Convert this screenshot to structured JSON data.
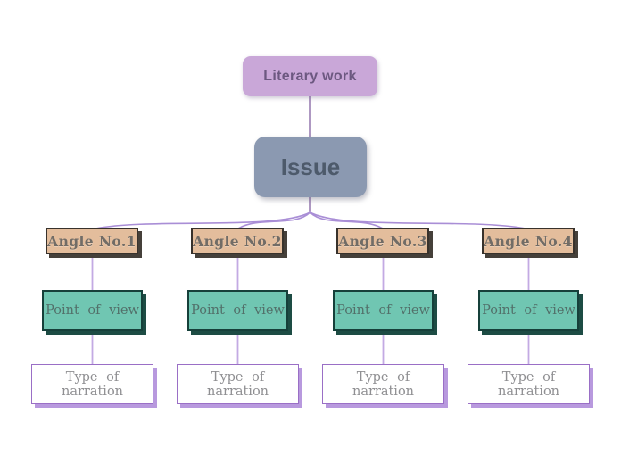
{
  "diagram": {
    "root_label": "Literary work",
    "issue_label": "Issue",
    "columns": [
      {
        "angle": "Angle No.1",
        "pov": "Point of view",
        "narration": "Type of narration"
      },
      {
        "angle": "Angle No.2",
        "pov": "Point of view",
        "narration": "Type of narration"
      },
      {
        "angle": "Angle No.3",
        "pov": "Point of view",
        "narration": "Type of narration"
      },
      {
        "angle": "Angle No.4",
        "pov": "Point of view",
        "narration": "Type of narration"
      }
    ]
  },
  "colors": {
    "root_fill": "#c9a7d8",
    "root_text": "#6c5880",
    "issue_fill": "#8b99b1",
    "issue_text": "#4d5a6b",
    "angle_fill": "#e3bd9c",
    "angle_border": "#38322c",
    "angle_shadow": "#45403a",
    "angle_text": "#716c66",
    "pov_fill": "#70c6b2",
    "pov_border": "#16403a",
    "pov_shadow": "#1d4c44",
    "pov_text": "#52706a",
    "narr_fill": "#ffffff",
    "narr_border": "#9a6fc6",
    "narr_shadow": "#b899de",
    "narr_text": "#8f8f92",
    "connector_dark": "#5c3184",
    "connector_light": "#a98ed6",
    "connector_lighter": "#c3aae3"
  }
}
